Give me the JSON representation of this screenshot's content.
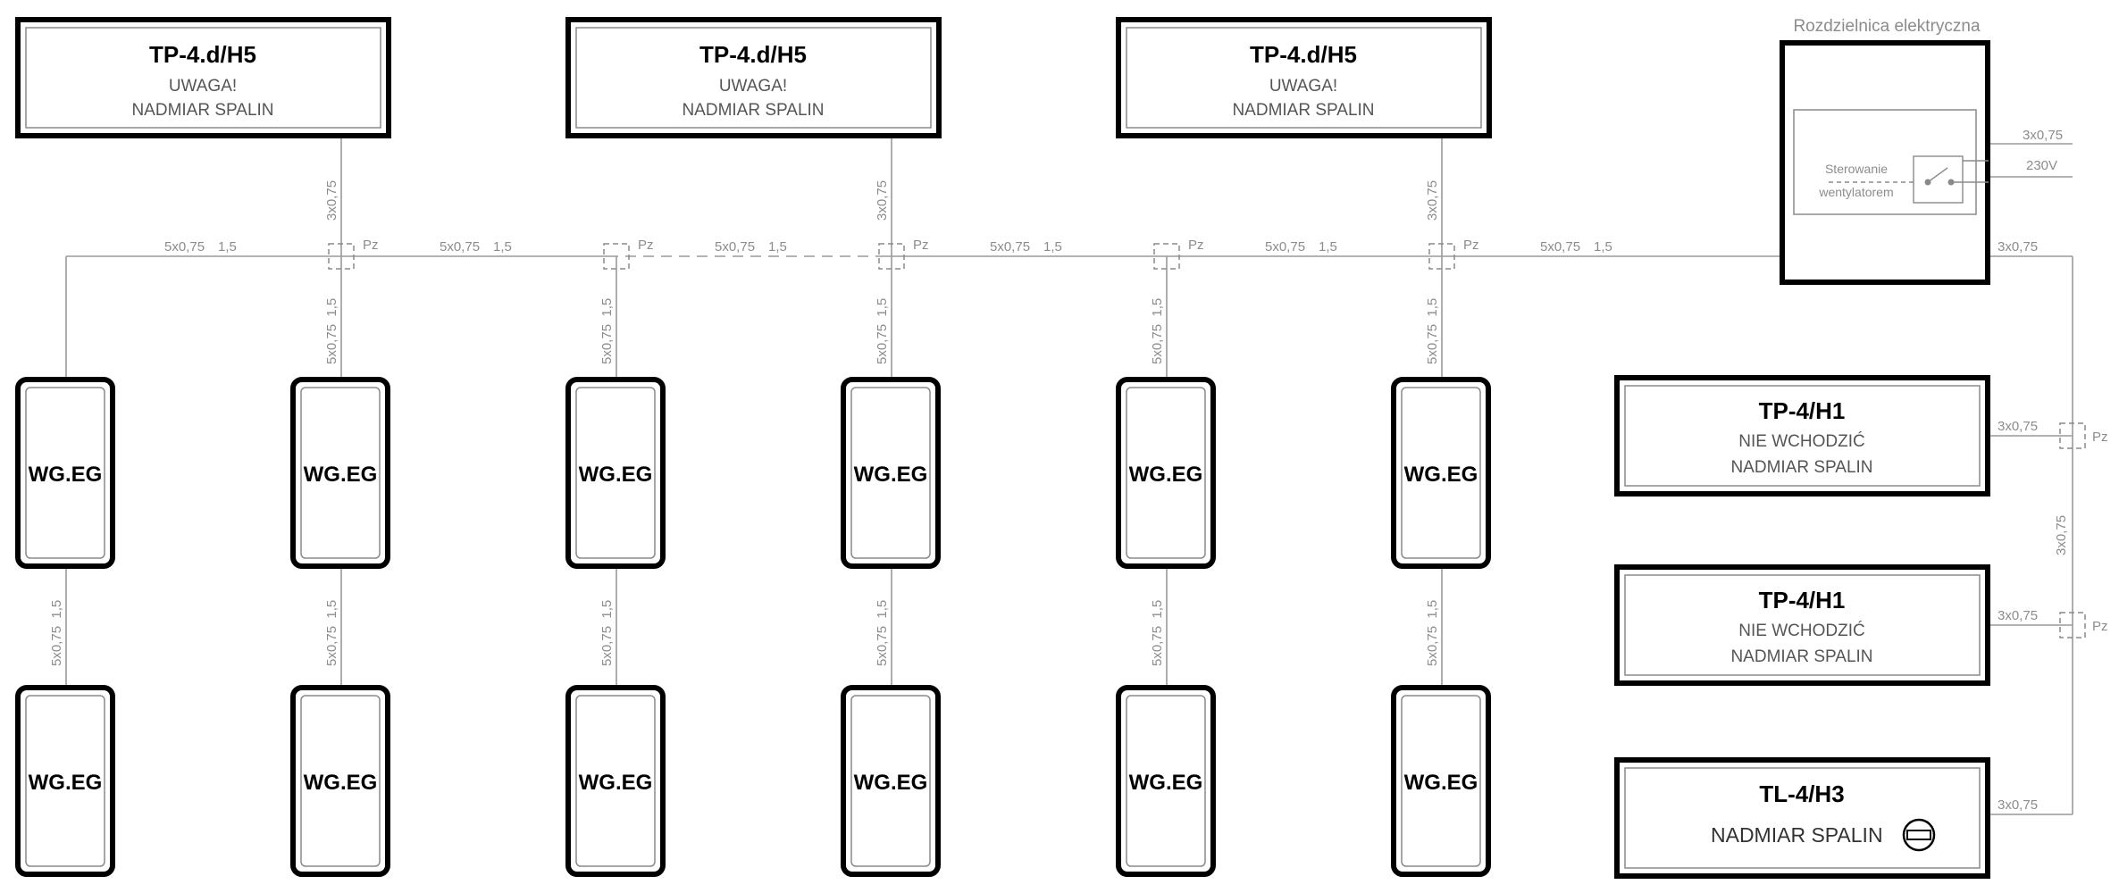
{
  "panel": {
    "title": "Rozdzielnica elektryczna",
    "control_line1": "Sterowanie",
    "control_line2": "wentylatorem",
    "supply_cable": "3x0,75",
    "supply_voltage": "230V",
    "output_cable": "3x0,75"
  },
  "top_signs": [
    {
      "title": "TP-4.d/H5",
      "line1": "UWAGA!",
      "line2": "NADMIAR SPALIN",
      "cable": "3x0,75"
    },
    {
      "title": "TP-4.d/H5",
      "line1": "UWAGA!",
      "line2": "NADMIAR SPALIN",
      "cable": "3x0,75"
    },
    {
      "title": "TP-4.d/H5",
      "line1": "UWAGA!",
      "line2": "NADMIAR SPALIN",
      "cable": "3x0,75"
    }
  ],
  "bus": {
    "segments": [
      {
        "cable": "5x0,75",
        "section": "1,5"
      },
      {
        "cable": "5x0,75",
        "section": "1,5"
      },
      {
        "cable": "5x0,75",
        "section": "1,5"
      },
      {
        "cable": "5x0,75",
        "section": "1,5"
      },
      {
        "cable": "5x0,75",
        "section": "1,5"
      },
      {
        "cable": "5x0,75",
        "section": "1,5"
      }
    ],
    "junction_label": "Pz",
    "drop_cable": "5x0,75  1,5"
  },
  "detectors_row1": [
    "WG.EG",
    "WG.EG",
    "WG.EG",
    "WG.EG",
    "WG.EG",
    "WG.EG"
  ],
  "detectors_row2": [
    "WG.EG",
    "WG.EG",
    "WG.EG",
    "WG.EG",
    "WG.EG",
    "WG.EG"
  ],
  "right_signs": [
    {
      "title": "TP-4/H1",
      "line1": "NIE WCHODZIĆ",
      "line2": "NADMIAR SPALIN",
      "cable": "3x0,75",
      "junction": "Pz"
    },
    {
      "title": "TP-4/H1",
      "line1": "NIE WCHODZIĆ",
      "line2": "NADMIAR SPALIN",
      "cable": "3x0,75",
      "junction": "Pz"
    },
    {
      "title": "TL-4/H3",
      "line1": "NADMIAR SPALIN",
      "cable": "3x0,75",
      "icon": "no-entry-icon"
    }
  ],
  "vertical_feed_cable": "3x0,75",
  "colors": {
    "frame": "#000000",
    "wire": "#9a9a9a",
    "label": "#8c8c8c"
  }
}
